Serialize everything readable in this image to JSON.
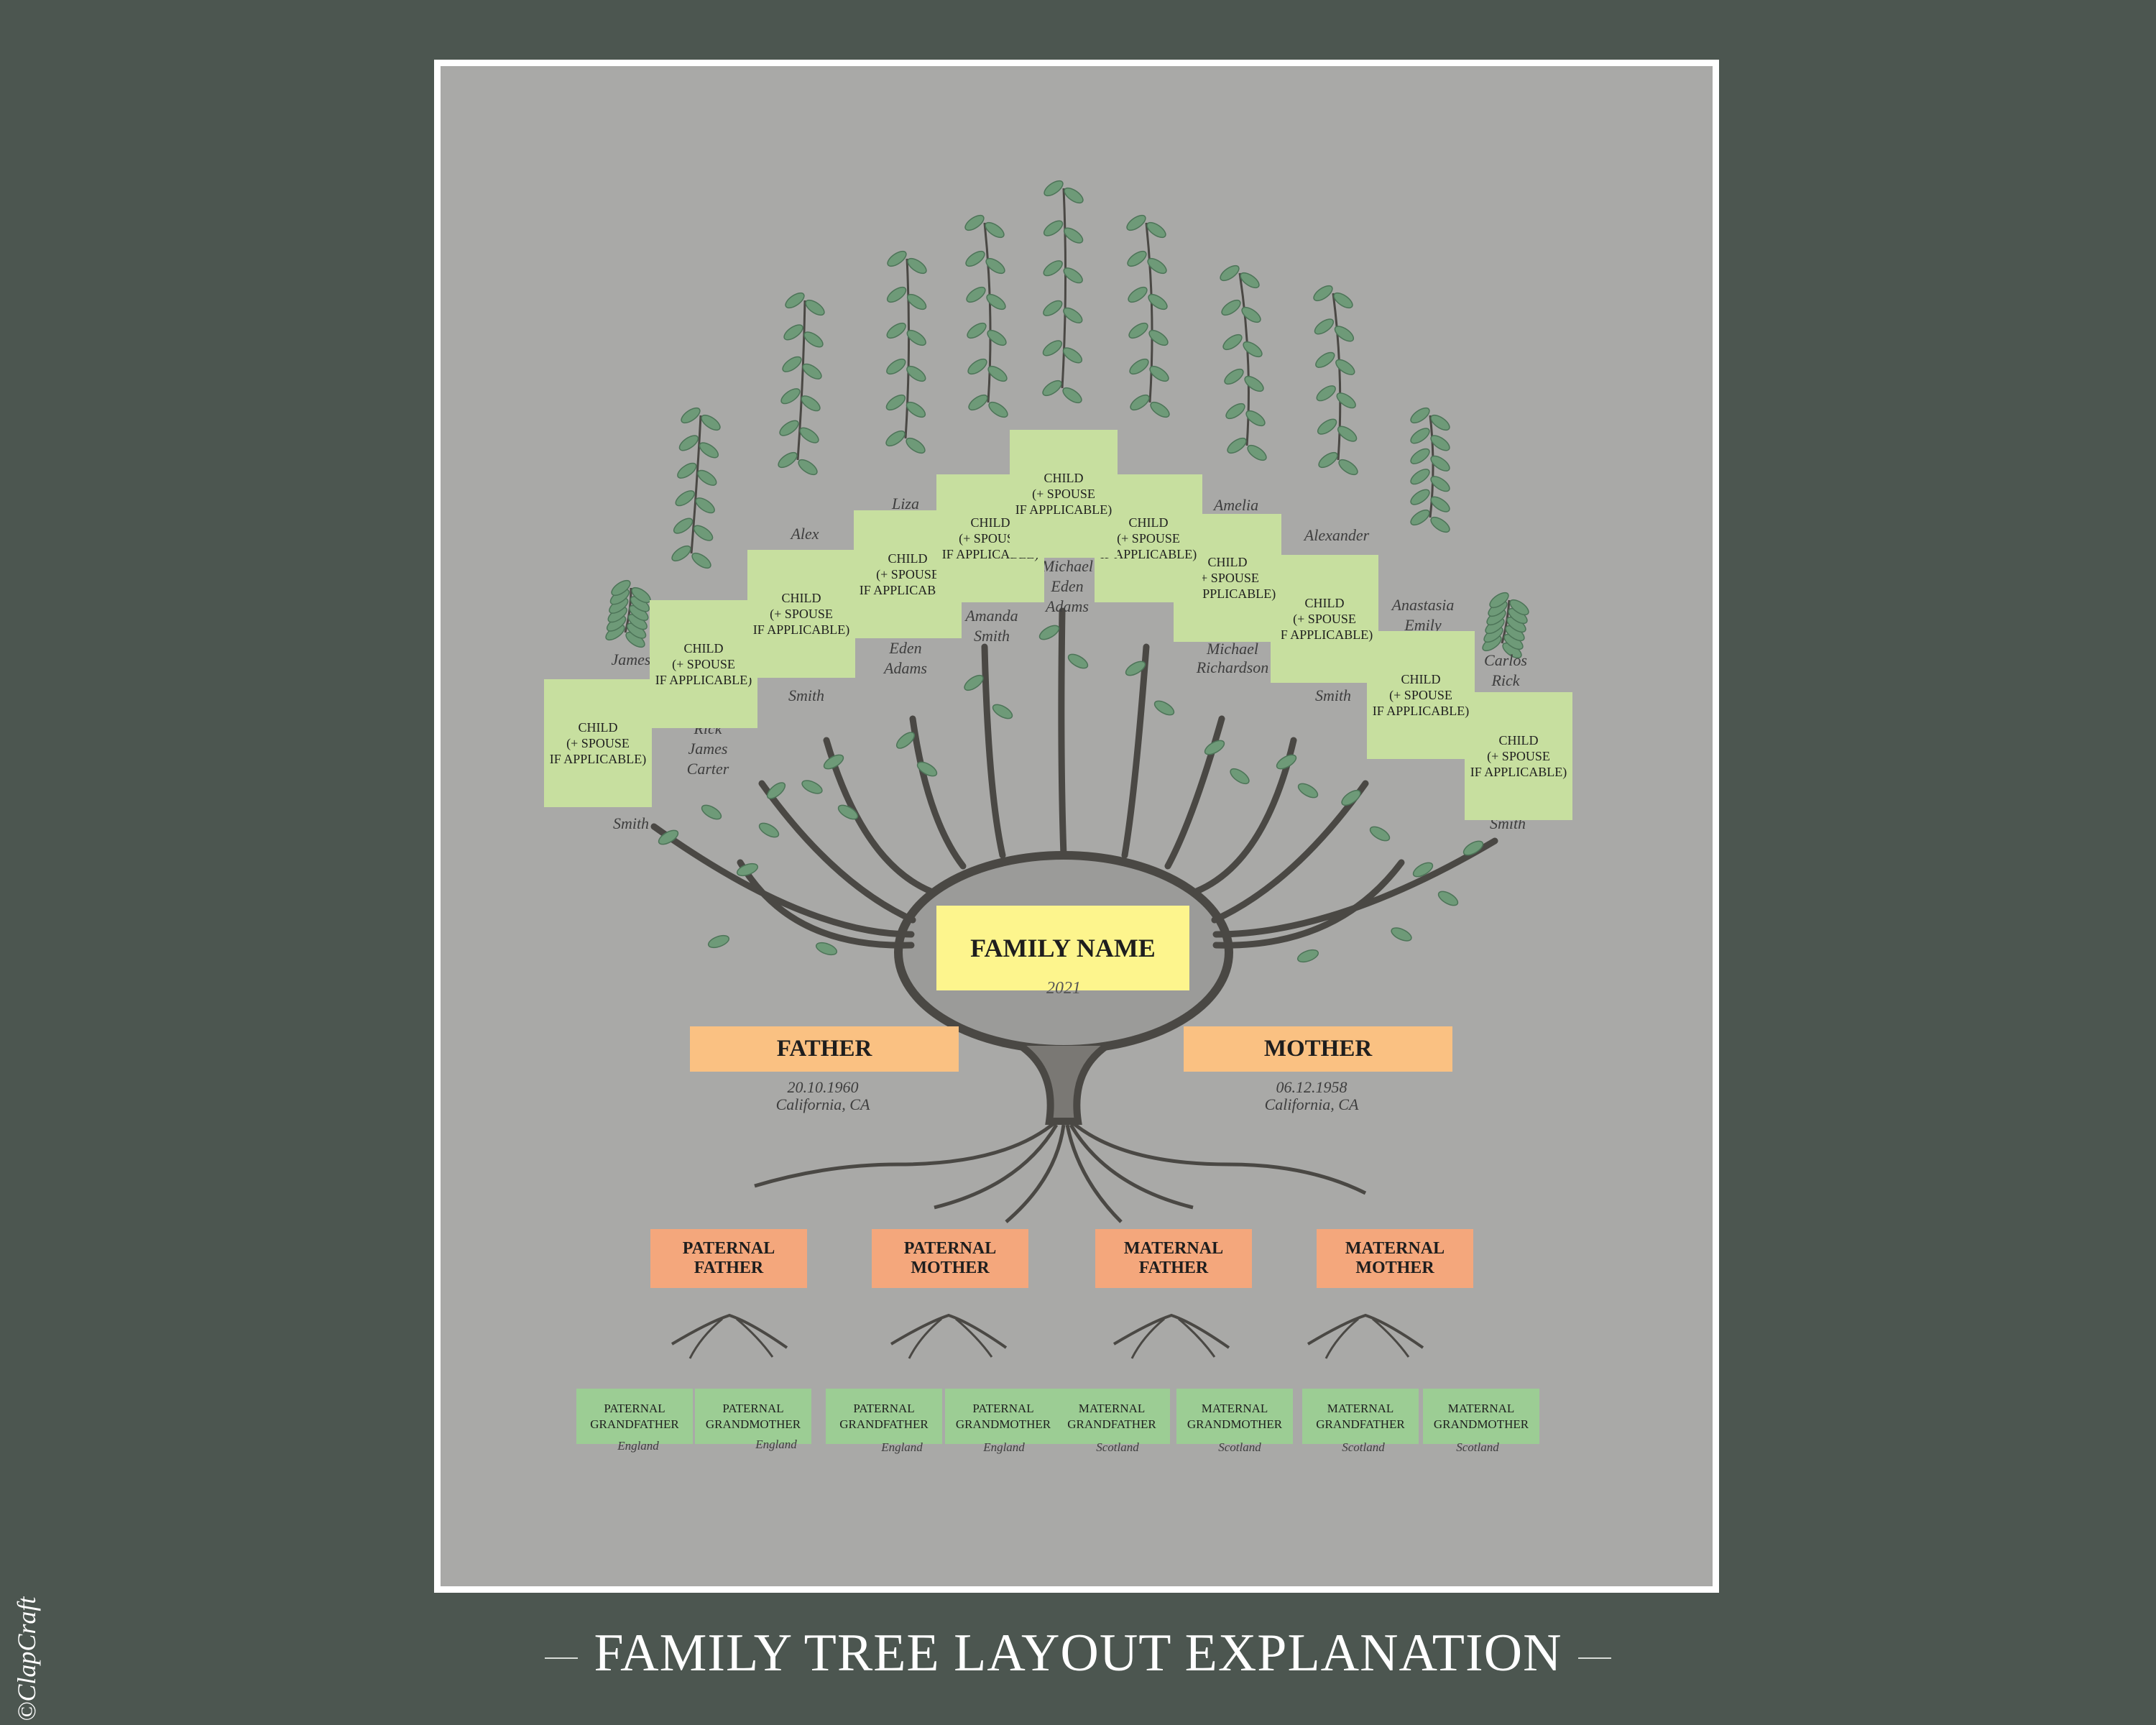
{
  "title": "FAMILY TREE LAYOUT EXPLANATION",
  "watermark": "©ClapCraft",
  "family": {
    "label": "FAMILY NAME",
    "year": "2021"
  },
  "children": [
    {
      "label": "CHILD\n(+ SPOUSE\nIF APPLICABLE)"
    },
    {
      "label": "CHILD\n(+ SPOUSE\nIF APPLICABLE)"
    },
    {
      "label": "CHILD\n(+ SPOUSE\nIF APPLICABLE)"
    },
    {
      "label": "CHILD\n(+ SPOUSE\nIF APPLICABLE)"
    },
    {
      "label": "CHILD\n(+ SPOUSE\nIF APPLICABLE)"
    },
    {
      "label": "CHILD\n(+ SPOUSE\nIF APPLICABLE)"
    },
    {
      "label": "CHILD\n(+ SPOUSE\nIF APPLICABLE)"
    },
    {
      "label": "CHILD\n(+ SPOUSE\nIF APPLICABLE)"
    },
    {
      "label": "CHILD\n(+ SPOUSE\nIF APPLICABLE)"
    },
    {
      "label": "CHILD\n(+ SPOUSE\nIF APPLICABLE)"
    },
    {
      "label": "CHILD\n(+ SPOUSE\nIF APPLICABLE)"
    }
  ],
  "parents": [
    {
      "label": "FATHER",
      "date": "20.10.1960",
      "place": "California, CA"
    },
    {
      "label": "MOTHER",
      "date": "06.12.1958",
      "place": "California, CA"
    }
  ],
  "grandparents": [
    {
      "label": "PATERNAL\nFATHER"
    },
    {
      "label": "PATERNAL\nMOTHER"
    },
    {
      "label": "MATERNAL\nFATHER"
    },
    {
      "label": "MATERNAL\nMOTHER"
    }
  ],
  "great_grandparents": [
    {
      "label": "PATERNAL\nGRANDFATHER",
      "place": "England"
    },
    {
      "label": "PATERNAL\nGRANDMOTHER",
      "place": "England"
    },
    {
      "label": "PATERNAL\nGRANDFATHER",
      "place": "England"
    },
    {
      "label": "PATERNAL\nGRANDMOTHER",
      "place": "England"
    },
    {
      "label": "MATERNAL\nGRANDFATHER",
      "place": "Scotland"
    },
    {
      "label": "MATERNAL\nGRANDMOTHER",
      "place": "Scotland"
    },
    {
      "label": "MATERNAL\nGRANDFATHER",
      "place": "Scotland"
    },
    {
      "label": "MATERNAL\nGRANDMOTHER",
      "place": "Scotland"
    }
  ],
  "background_names": [
    "Alex",
    "Liza",
    "Amelia",
    "Alexander",
    "Anastasia\nEmily",
    "Carlos\nRick",
    "Amanda\nSmith",
    "Eden\nAdams",
    "Michael\nEden\nAdams",
    "Michael\nRichardson",
    "James",
    "Rick\nJames\nCarter",
    "Smith",
    "Smith",
    "Smith",
    "Smith"
  ],
  "colors": {
    "background": "#4c5650",
    "panel": "#a9a9a7",
    "child": "#c7df9f",
    "family": "#fdf58d",
    "parent": "#fac182",
    "grandparent": "#f4a77c",
    "great_grandparent": "#9ccd94",
    "branch": "#4a4844",
    "leaf": "#6e9a78"
  }
}
